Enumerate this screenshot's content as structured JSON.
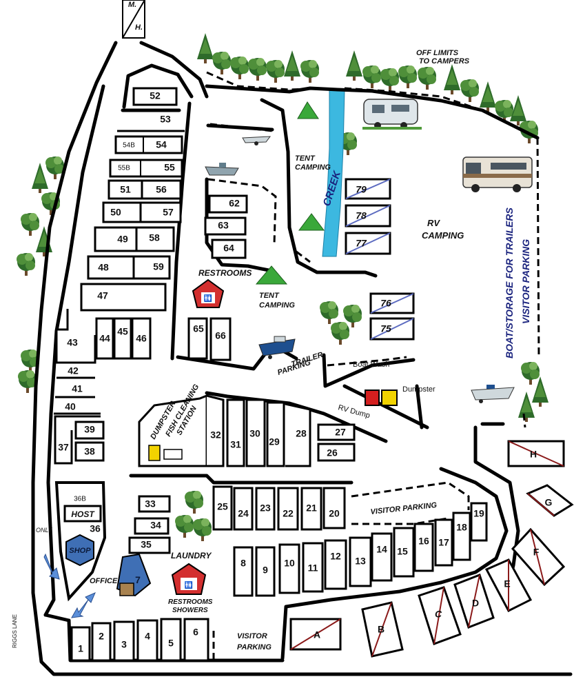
{
  "colors": {
    "road": "#000000",
    "creek": "#3cb8e0",
    "tree": "#2e6b2a",
    "restroom": "#d32f2f",
    "shop": "#3f6fb5",
    "office": "#3f6fb5",
    "dumpster_red": "#d41f1f",
    "dumpster_yellow": "#f2d300",
    "tent": "#3aa83a",
    "blue_text": "#1a237e"
  },
  "labels": {
    "mh_m": "M.",
    "mh_h": "H.",
    "off_limits_1": "OFF LIMITS",
    "off_limits_2": "TO CAMPERS",
    "tent_camping_top_1": "TENT",
    "tent_camping_top_2": "CAMPING",
    "creek": "CREEK",
    "rv_camping_1": "RV",
    "rv_camping_2": "CAMPING",
    "boat_storage_1": "BOAT/STORAGE FOR TRAILERS",
    "boat_storage_2": "VISITOR PARKING",
    "restrooms": "RESTROOMS",
    "tent_camping_mid_1": "TENT",
    "tent_camping_mid_2": "CAMPING",
    "trailer_parking_1": "TRAILER",
    "trailer_parking_2": "PARKING",
    "boat_wash": "Boat Wash",
    "dumpster": "Dumpster",
    "rv_dump": "RV Dump",
    "fish_dumpster": "DUMPSTER",
    "fish_cleaning_1": "FISH CLEANING",
    "fish_cleaning_2": "STATION",
    "visitor_parking_mid": "VISITOR PARKING",
    "host_36b": "36B",
    "host": "HOST",
    "only": "ONLY",
    "shop": "SHOP",
    "office": "OFFICE",
    "laundry": "LAUNDRY",
    "restrooms_showers_1": "RESTROOMS",
    "restrooms_showers_2": "SHOWERS",
    "visitor_parking_bottom_1": "VISITOR",
    "visitor_parking_bottom_2": "PARKING",
    "riggs_lane": "RIGGS LANE",
    "sites": {
      "s1": "1",
      "s2": "2",
      "s3": "3",
      "s4": "4",
      "s5": "5",
      "s6": "6",
      "s7": "7",
      "s8": "8",
      "s9": "9",
      "s10": "10",
      "s11": "11",
      "s12": "12",
      "s13": "13",
      "s14": "14",
      "s15": "15",
      "s16": "16",
      "s17": "17",
      "s18": "18",
      "s19": "19",
      "s20": "20",
      "s21": "21",
      "s22": "22",
      "s23": "23",
      "s24": "24",
      "s25": "25",
      "s26": "26",
      "s27": "27",
      "s28": "28",
      "s29": "29",
      "s30": "30",
      "s31": "31",
      "s32": "32",
      "s33": "33",
      "s34": "34",
      "s35": "35",
      "s36": "36",
      "s37": "37",
      "s38": "38",
      "s39": "39",
      "s40": "40",
      "s41": "41",
      "s42": "42",
      "s43": "43",
      "s44": "44",
      "s45": "45",
      "s46": "46",
      "s47": "47",
      "s48": "48",
      "s49": "49",
      "s50": "50",
      "s51": "51",
      "s52": "52",
      "s53": "53",
      "s54": "54",
      "s54b": "54B",
      "s55": "55",
      "s55b": "55B",
      "s56": "56",
      "s57": "57",
      "s58": "58",
      "s59": "59",
      "s62": "62",
      "s63": "63",
      "s64": "64",
      "s65": "65",
      "s66": "66",
      "s75": "75",
      "s76": "76",
      "s77": "77",
      "s78": "78",
      "s79": "79",
      "sA": "A",
      "sB": "B",
      "sC": "C",
      "sD": "D",
      "sE": "E",
      "sF": "F",
      "sG": "G",
      "sH": "H"
    }
  }
}
